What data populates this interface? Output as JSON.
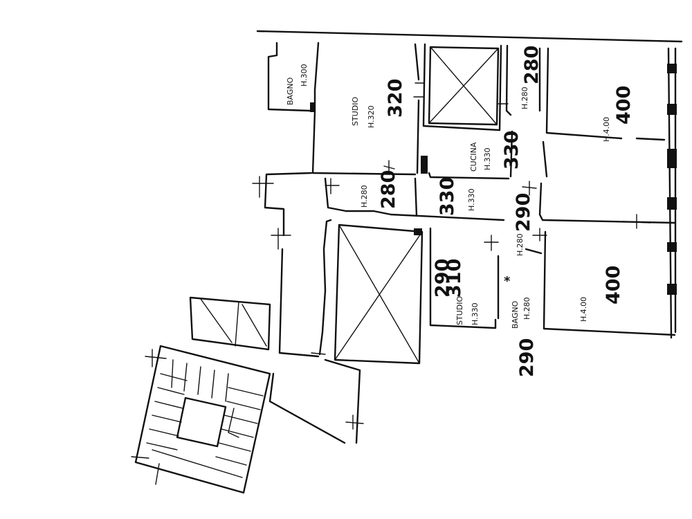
{
  "rooms": {
    "bagno_top": {
      "name": "BAGNO",
      "height": "H.300"
    },
    "studio_top": {
      "name": "STUDIO",
      "height": "H.320",
      "big": "320"
    },
    "room_top_right_small": {
      "height": "H.280",
      "big": "280"
    },
    "cucina": {
      "name": "CUCINA",
      "height": "H.330",
      "big": "330"
    },
    "room_right_top": {
      "height": "H.4.00",
      "big": "400"
    },
    "corridor_a": {
      "height": "H.280",
      "big": "280"
    },
    "corridor_b": {
      "height": "H.330",
      "big": "330"
    },
    "corridor_c": {
      "height": "H.280",
      "big": "290"
    },
    "studio_bottom": {
      "name": "STUDIO",
      "height": "H.330",
      "big": "290",
      "big2": "310"
    },
    "bagno_bottom": {
      "name": "BAGNO",
      "height": "H.280",
      "mark": "*"
    },
    "room_right_bottom": {
      "height": "H.4.00",
      "big": "400"
    },
    "outside_dim": {
      "big": "290"
    }
  }
}
